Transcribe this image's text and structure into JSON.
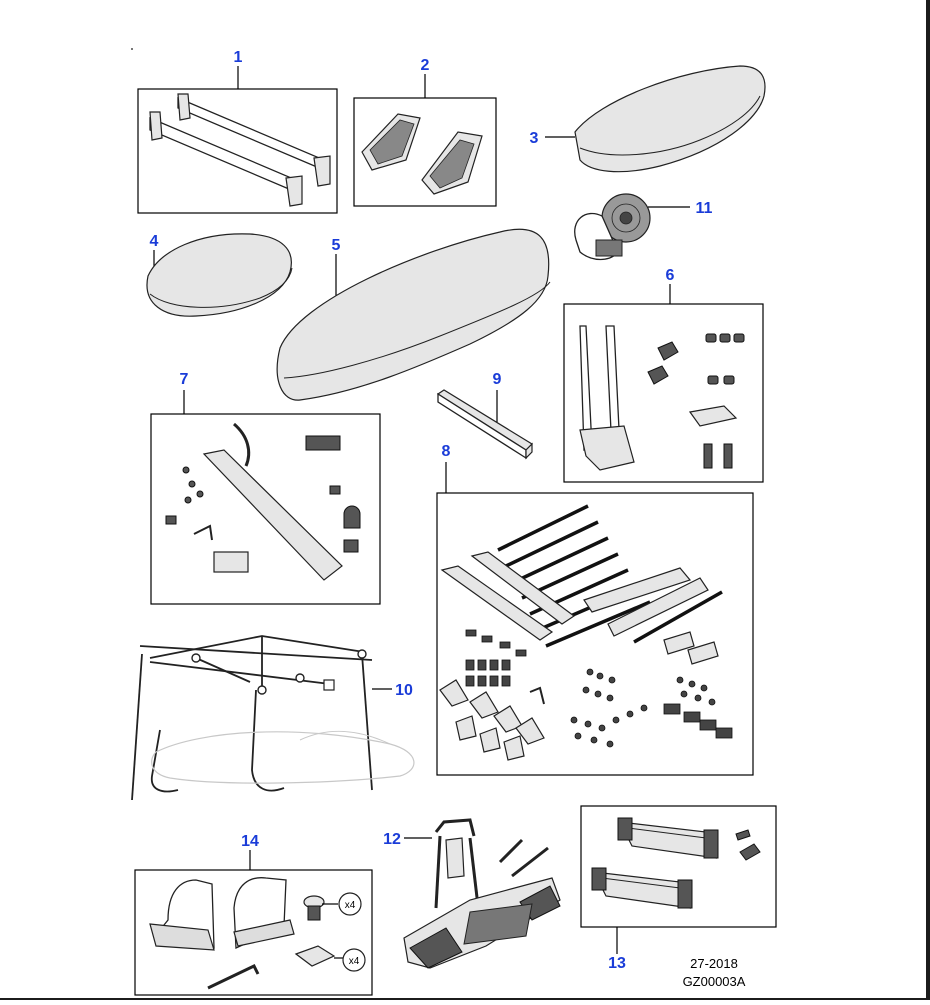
{
  "callouts": {
    "c1": "1",
    "c2": "2",
    "c3": "3",
    "c4": "4",
    "c5": "5",
    "c6": "6",
    "c7": "7",
    "c8": "8",
    "c9": "9",
    "c10": "10",
    "c11": "11",
    "c12": "12",
    "c13": "13",
    "c14": "14"
  },
  "quantities": {
    "screws": "x4",
    "washers": "x4"
  },
  "footer": {
    "date": "27-2018",
    "code": "GZ00003A"
  },
  "colors": {
    "callout": "#1a3cd8",
    "line": "#000000",
    "background": "#ffffff"
  }
}
